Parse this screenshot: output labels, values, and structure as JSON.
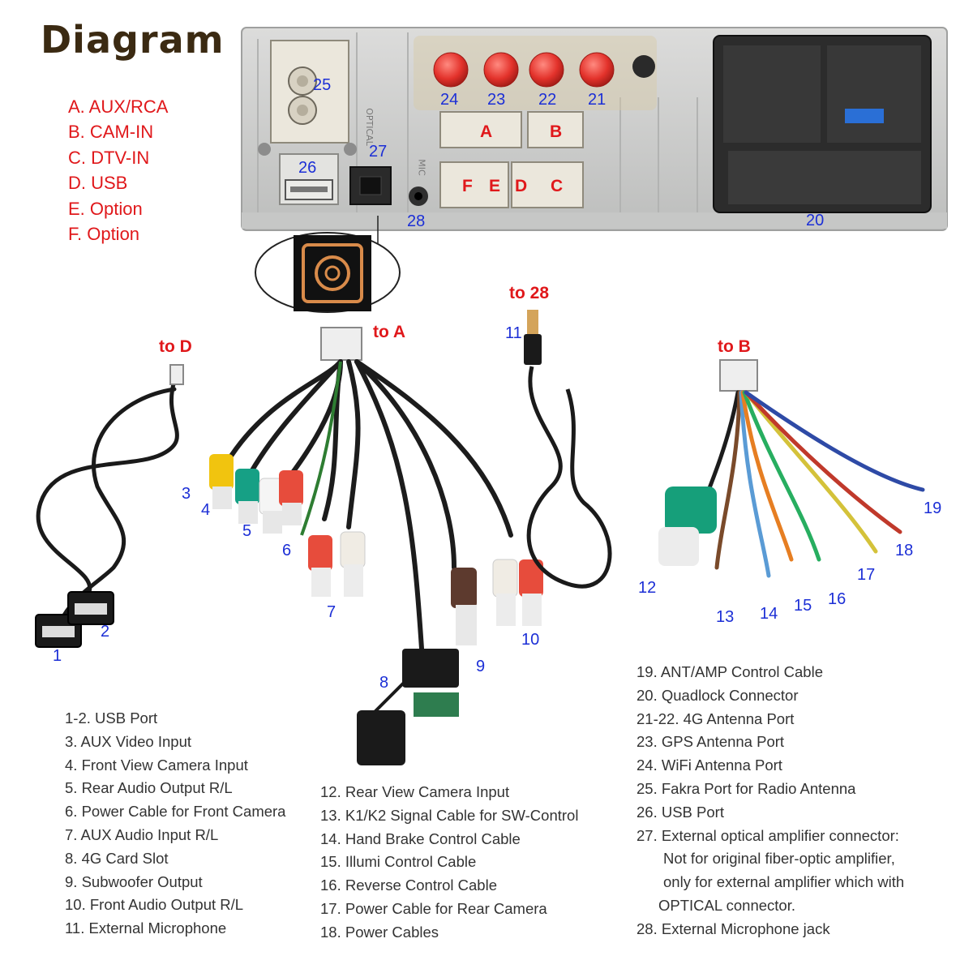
{
  "title": "Diagram",
  "connector_legend": [
    "A. AUX/RCA",
    "B. CAM-IN",
    "C. DTV-IN",
    "D. USB",
    "E. Option",
    "F. Option"
  ],
  "panel_callouts": {
    "n25": "25",
    "n26": "26",
    "n27": "27",
    "n28": "28",
    "n24": "24",
    "n23": "23",
    "n22": "22",
    "n21": "21",
    "n20": "20",
    "A": "A",
    "B": "B",
    "F": "F",
    "E": "E",
    "D": "D",
    "C": "C",
    "mic_label": "MIC",
    "optical_label": "OPTICAL"
  },
  "harness_labels": {
    "to_d": "to D",
    "to_a": "to A",
    "to_28": "to 28",
    "to_b": "to B"
  },
  "cable_numbers": {
    "n1": "1",
    "n2": "2",
    "n3": "3",
    "n4": "4",
    "n5": "5",
    "n6": "6",
    "n7": "7",
    "n8": "8",
    "n9": "9",
    "n10": "10",
    "n11": "11",
    "n12": "12",
    "n13": "13",
    "n14": "14",
    "n15": "15",
    "n16": "16",
    "n17": "17",
    "n18": "18",
    "n19": "19"
  },
  "descriptions_left": [
    "1-2. USB Port",
    "3. AUX Video Input",
    "4. Front View Camera Input",
    "5. Rear Audio Output R/L",
    "6. Power Cable for Front Camera",
    "7. AUX Audio Input R/L",
    "8. 4G Card Slot",
    "9. Subwoofer Output",
    "10. Front Audio Output R/L",
    "11. External Microphone"
  ],
  "descriptions_middle": [
    "12. Rear View Camera Input",
    "13. K1/K2 Signal Cable for SW-Control",
    "14. Hand Brake Control Cable",
    "15. Illumi Control Cable",
    "16. Reverse Control Cable",
    "17. Power Cable for Rear Camera",
    "18. Power Cables"
  ],
  "descriptions_right": [
    "19. ANT/AMP Control Cable",
    "20. Quadlock Connector",
    "21-22. 4G Antenna Port",
    "23. GPS Antenna Port",
    "24. WiFi Antenna Port",
    "25. Fakra Port for Radio Antenna",
    "26. USB Port",
    "27. External optical amplifier connector:",
    "Not for original fiber-optic amplifier,",
    "only for external amplifier which with",
    "OPTICAL connector.",
    "28. External Microphone jack"
  ],
  "colors": {
    "label_red": "#e0181b",
    "number_blue": "#1c2fd6",
    "title_dark": "#3b2a12",
    "title_gold": "#e0a126",
    "panel_silver": "#cfd0cf",
    "connector_beige": "#ebe7dc",
    "antenna_red": "#e3322b"
  }
}
